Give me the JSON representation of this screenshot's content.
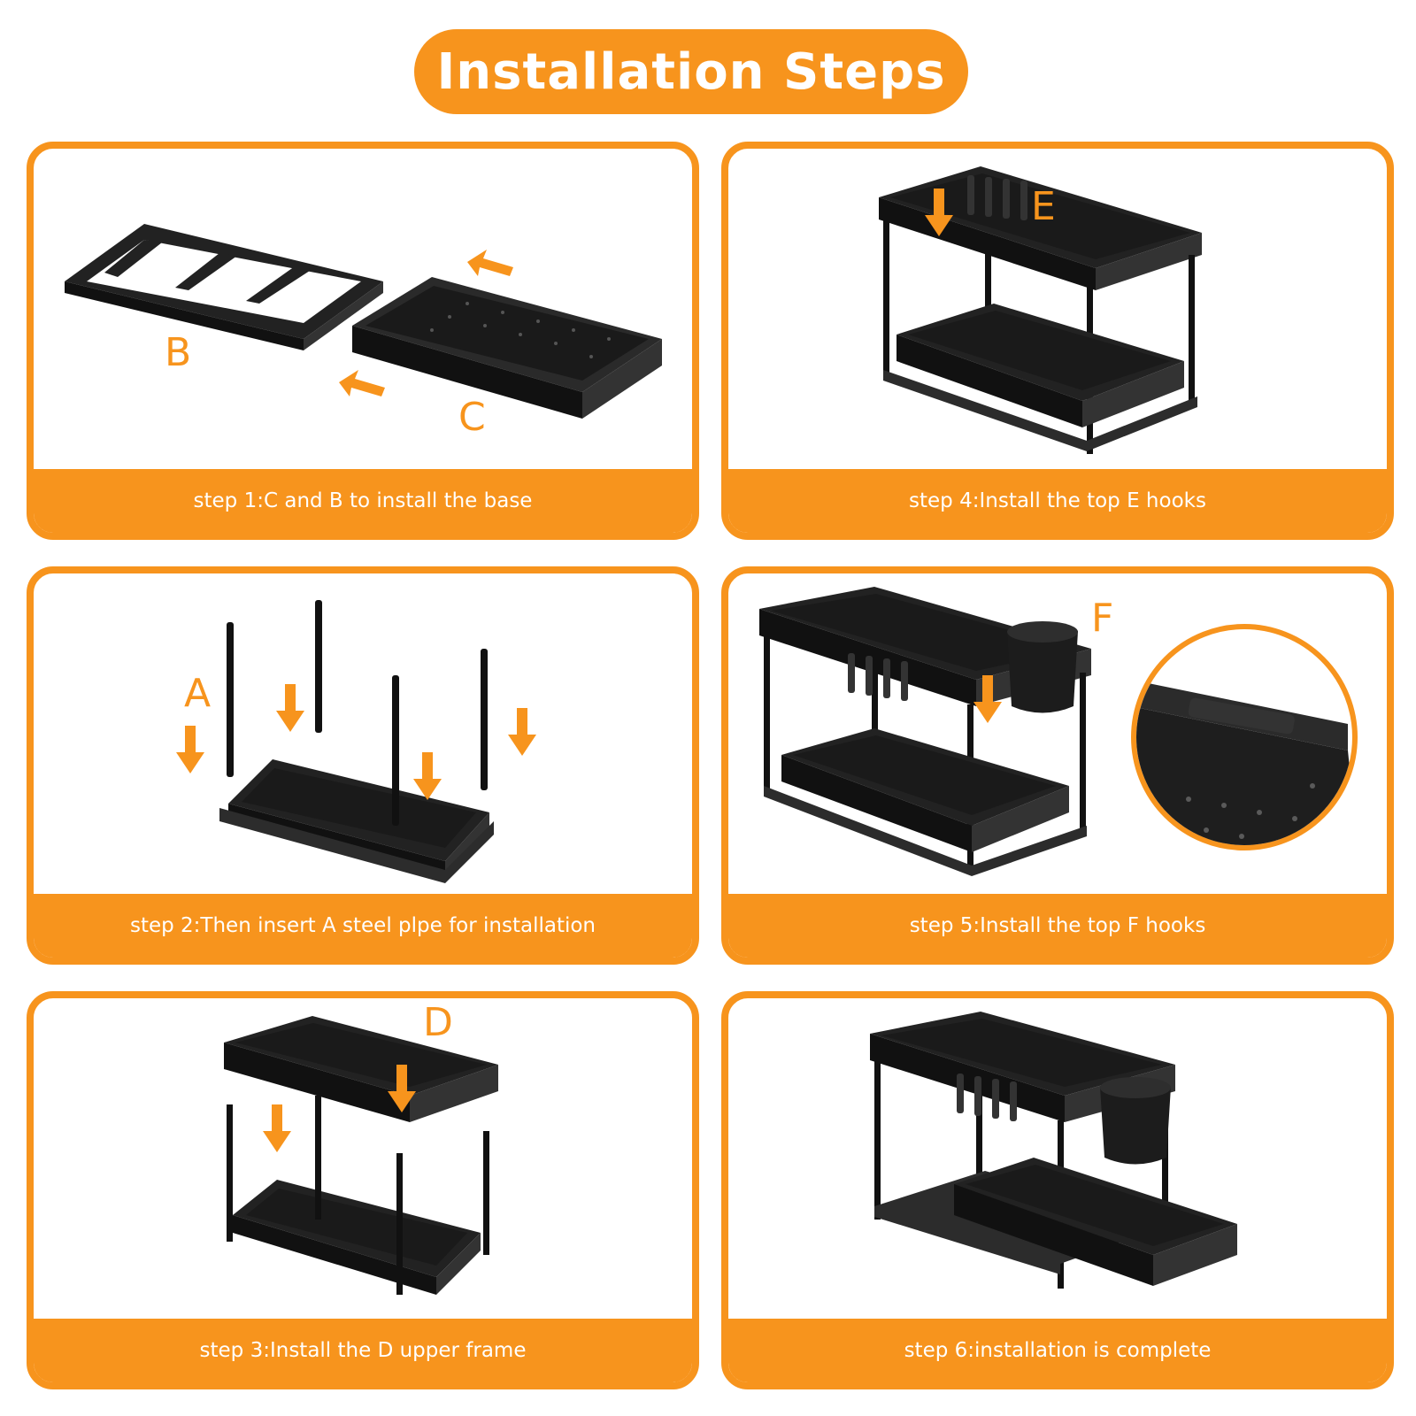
{
  "title": "Installation Steps",
  "accent_color": "#f7941d",
  "steps": [
    {
      "caption": "step 1:C and B to install the base",
      "labels": [
        "B",
        "C"
      ]
    },
    {
      "caption": "step 2:Then insert A steel plpe for installation",
      "labels": [
        "A"
      ]
    },
    {
      "caption": "step 3:Install the D upper frame",
      "labels": [
        "D"
      ]
    },
    {
      "caption": "step 4:Install the top E hooks",
      "labels": [
        "E"
      ]
    },
    {
      "caption": "step 5:Install the top F hooks",
      "labels": [
        "F"
      ]
    },
    {
      "caption": "step 6:installation is complete",
      "labels": []
    }
  ]
}
